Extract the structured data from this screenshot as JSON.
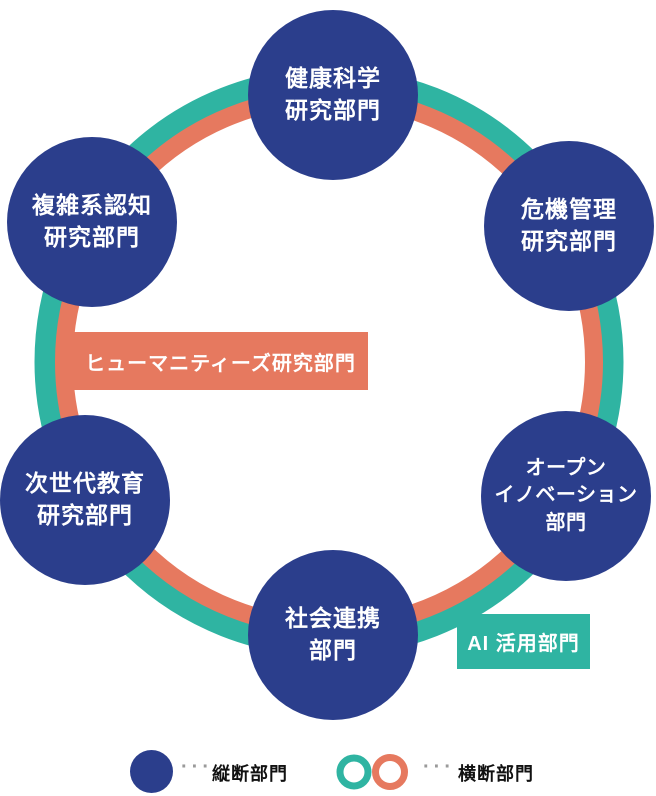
{
  "colors": {
    "circle-blue": "#2B3E8C",
    "ring-teal": "#2FB4A2",
    "ring-orange": "#E6795F",
    "text-white": "#FFFFFF",
    "legend-text": "#111111",
    "dots-gray": "#9A9A9A"
  },
  "diagram": {
    "departments": [
      {
        "name": "health-science",
        "lines": [
          "健康科学",
          "研究部門"
        ]
      },
      {
        "name": "crisis-management",
        "lines": [
          "危機管理",
          "研究部門"
        ]
      },
      {
        "name": "open-innovation",
        "lines": [
          "オープン",
          "イノベーション",
          "部門"
        ]
      },
      {
        "name": "social-collaboration",
        "lines": [
          "社会連携",
          "部門"
        ]
      },
      {
        "name": "next-gen-education",
        "lines": [
          "次世代教育",
          "研究部門"
        ]
      },
      {
        "name": "complex-cognition",
        "lines": [
          "複雑系認知",
          "研究部門"
        ]
      }
    ],
    "cross_sections": {
      "humanities_label": "ヒューマニティーズ研究部門",
      "ai_label": "AI 活用部門"
    }
  },
  "legend": {
    "items": [
      {
        "symbol": "filled-circle",
        "dots": "···",
        "label": "縦断部門"
      },
      {
        "symbol": "double-ring",
        "dots": "···",
        "label": "横断部門"
      }
    ]
  }
}
